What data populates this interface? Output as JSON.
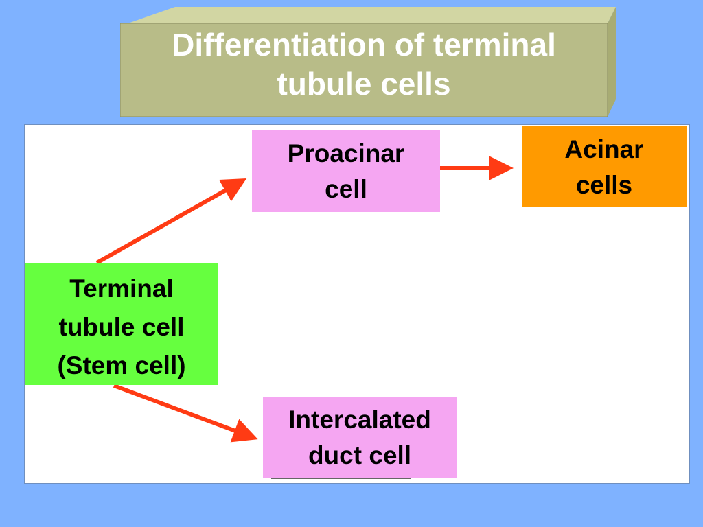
{
  "title": {
    "line1": "Differentiation of terminal",
    "line2": "tubule cells"
  },
  "nodes": {
    "proacinar": {
      "line1": "Proacinar",
      "line2": "cell"
    },
    "acinar": {
      "line1": "Acinar",
      "line2": "cells"
    },
    "stem": {
      "line1": "Terminal",
      "line2": "tubule cell",
      "line3": "(Stem cell)"
    },
    "intercalated": {
      "line1": "Intercalated",
      "line2": "duct cell"
    }
  },
  "colors": {
    "background": "#7fb2ff",
    "title_box": "#b8bc88",
    "proacinar": "#f5a6f2",
    "acinar": "#ff9a00",
    "stem": "#66ff3f",
    "intercalated": "#f5a6f2",
    "arrow": "#ff3b14"
  }
}
